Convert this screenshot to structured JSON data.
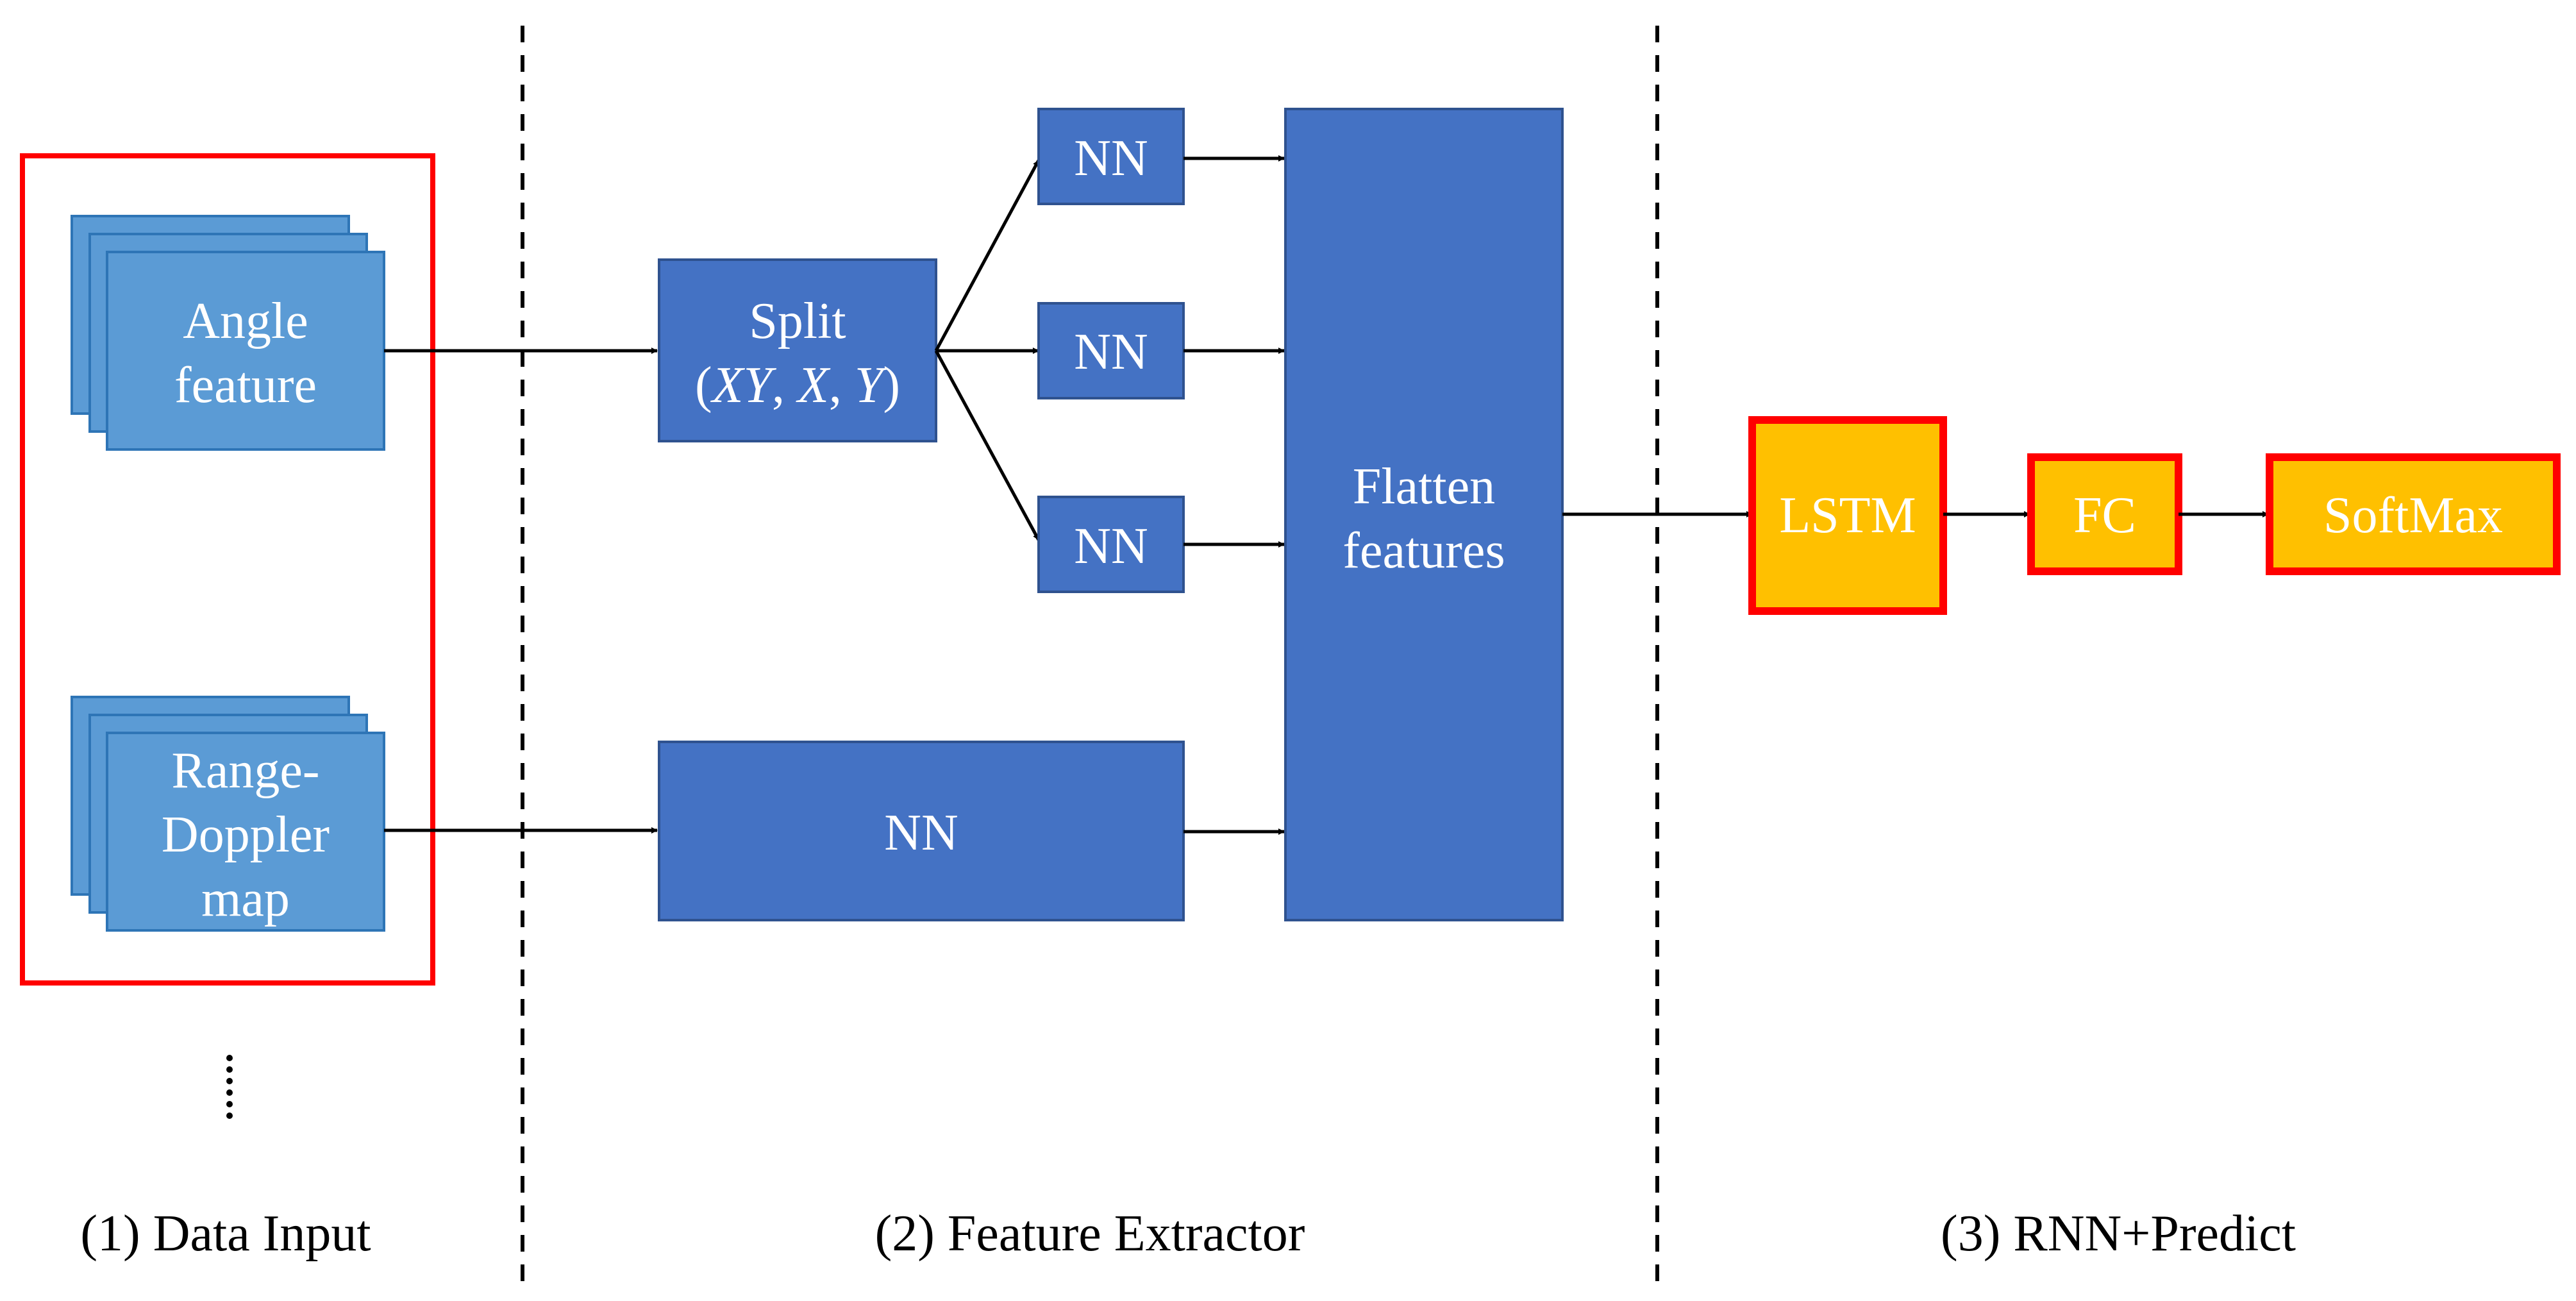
{
  "colors": {
    "box_blue": "#4472C4",
    "input_blue": "#5B9BD5",
    "yellow": "#FFC000",
    "red_border": "#FF0000",
    "arrow": "#000000",
    "text_light": "#FFFFFF",
    "text_dark": "#000000"
  },
  "inputs": {
    "angle_feature": [
      "Angle",
      "feature"
    ],
    "range_doppler": [
      "Range-",
      "Doppler",
      "map"
    ],
    "ellipsis": "⋮"
  },
  "extractor": {
    "split_line1": "Split",
    "split_line2_parts": [
      "(",
      "XY",
      ", ",
      "X",
      ", ",
      "Y",
      ")"
    ],
    "nn_label": "NN",
    "flatten": [
      "Flatten",
      "features"
    ]
  },
  "predict": {
    "lstm": "LSTM",
    "fc": "FC",
    "softmax": "SoftMax"
  },
  "sections": {
    "data_input": "(1) Data Input",
    "feature_extractor": "(2) Feature Extractor",
    "rnn_predict": "(3) RNN+Predict"
  }
}
